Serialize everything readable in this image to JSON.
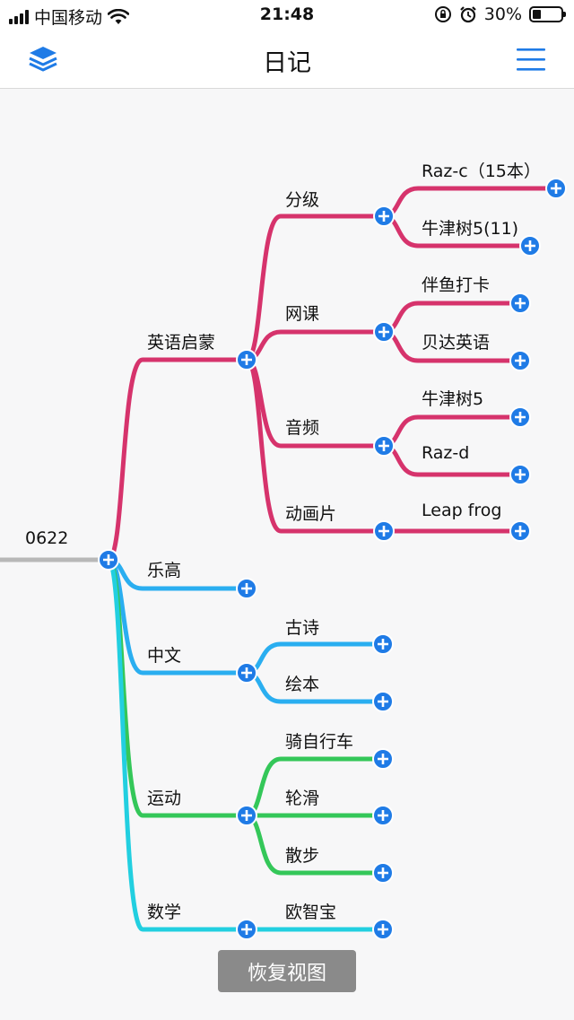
{
  "status_bar": {
    "carrier": "中国移动",
    "time": "21:48",
    "battery_percent": "30%",
    "battery_level": 0.3
  },
  "nav": {
    "title": "日记",
    "left_icon": "layers-icon",
    "right_icon": "menu-icon",
    "accent_color": "#1f7be6"
  },
  "colors": {
    "english": "#d6336c",
    "lego": "#2aaef0",
    "chinese": "#2aaef0",
    "sports": "#34c759",
    "math": "#22cfe0",
    "root_line": "#b8b8b8",
    "plus_button": "#1f7be6"
  },
  "mindmap": {
    "root": "0622",
    "english": {
      "label": "英语启蒙",
      "grading": {
        "label": "分级",
        "children": [
          "Raz-c（15本）",
          "牛津树5(11)"
        ]
      },
      "online_class": {
        "label": "网课",
        "children": [
          "伴鱼打卡",
          "贝达英语"
        ]
      },
      "audio": {
        "label": "音频",
        "children": [
          "牛津树5",
          "Raz-d"
        ]
      },
      "cartoon": {
        "label": "动画片",
        "children": [
          "Leap frog"
        ]
      }
    },
    "lego": {
      "label": "乐高"
    },
    "chinese": {
      "label": "中文",
      "children": [
        "古诗",
        "绘本"
      ]
    },
    "sports": {
      "label": "运动",
      "children": [
        "骑自行车",
        "轮滑",
        "散步"
      ]
    },
    "math": {
      "label": "数学",
      "children": [
        "欧智宝"
      ]
    }
  },
  "restore_button": "恢复视图"
}
